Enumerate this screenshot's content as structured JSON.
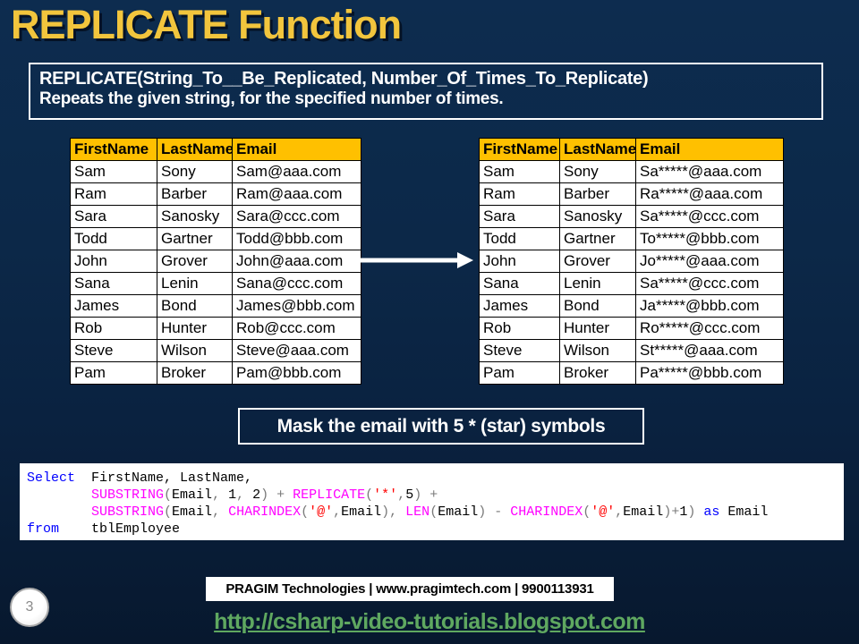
{
  "slide": {
    "title": "REPLICATE Function",
    "page_number": "3"
  },
  "definition": {
    "syntax": "REPLICATE(String_To__Be_Replicated, Number_Of_Times_To_Replicate)",
    "description": "Repeats the given string, for the specified number of times."
  },
  "tables": {
    "headers": [
      "FirstName",
      "LastName",
      "Email"
    ],
    "source_rows": [
      [
        "Sam",
        "Sony",
        "Sam@aaa.com"
      ],
      [
        "Ram",
        "Barber",
        "Ram@aaa.com"
      ],
      [
        "Sara",
        "Sanosky",
        "Sara@ccc.com"
      ],
      [
        "Todd",
        "Gartner",
        "Todd@bbb.com"
      ],
      [
        "John",
        "Grover",
        "John@aaa.com"
      ],
      [
        "Sana",
        "Lenin",
        "Sana@ccc.com"
      ],
      [
        "James",
        "Bond",
        "James@bbb.com"
      ],
      [
        "Rob",
        "Hunter",
        "Rob@ccc.com"
      ],
      [
        "Steve",
        "Wilson",
        "Steve@aaa.com"
      ],
      [
        "Pam",
        "Broker",
        "Pam@bbb.com"
      ]
    ],
    "masked_rows": [
      [
        "Sam",
        "Sony",
        "Sa*****@aaa.com"
      ],
      [
        "Ram",
        "Barber",
        "Ra*****@aaa.com"
      ],
      [
        "Sara",
        "Sanosky",
        "Sa*****@ccc.com"
      ],
      [
        "Todd",
        "Gartner",
        "To*****@bbb.com"
      ],
      [
        "John",
        "Grover",
        "Jo*****@aaa.com"
      ],
      [
        "Sana",
        "Lenin",
        "Sa*****@ccc.com"
      ],
      [
        "James",
        "Bond",
        "Ja*****@bbb.com"
      ],
      [
        "Rob",
        "Hunter",
        "Ro*****@ccc.com"
      ],
      [
        "Steve",
        "Wilson",
        "St*****@aaa.com"
      ],
      [
        "Pam",
        "Broker",
        "Pa*****@bbb.com"
      ]
    ]
  },
  "callout": {
    "text": "Mask the email with 5 * (star) symbols"
  },
  "code": {
    "lines": [
      [
        {
          "c": "kw",
          "t": "Select"
        },
        {
          "c": "pl",
          "t": "  FirstName, LastName,"
        }
      ],
      [
        {
          "c": "pl",
          "t": "        "
        },
        {
          "c": "fn",
          "t": "SUBSTRING"
        },
        {
          "c": "op",
          "t": "("
        },
        {
          "c": "pl",
          "t": "Email"
        },
        {
          "c": "op",
          "t": ", "
        },
        {
          "c": "pl",
          "t": "1"
        },
        {
          "c": "op",
          "t": ", "
        },
        {
          "c": "pl",
          "t": "2"
        },
        {
          "c": "op",
          "t": ") + "
        },
        {
          "c": "fn",
          "t": "REPLICATE"
        },
        {
          "c": "op",
          "t": "("
        },
        {
          "c": "str",
          "t": "'*'"
        },
        {
          "c": "op",
          "t": ","
        },
        {
          "c": "pl",
          "t": "5"
        },
        {
          "c": "op",
          "t": ") +"
        }
      ],
      [
        {
          "c": "pl",
          "t": "        "
        },
        {
          "c": "fn",
          "t": "SUBSTRING"
        },
        {
          "c": "op",
          "t": "("
        },
        {
          "c": "pl",
          "t": "Email"
        },
        {
          "c": "op",
          "t": ", "
        },
        {
          "c": "fn",
          "t": "CHARINDEX"
        },
        {
          "c": "op",
          "t": "("
        },
        {
          "c": "str",
          "t": "'@'"
        },
        {
          "c": "op",
          "t": ","
        },
        {
          "c": "pl",
          "t": "Email"
        },
        {
          "c": "op",
          "t": "), "
        },
        {
          "c": "fn",
          "t": "LEN"
        },
        {
          "c": "op",
          "t": "("
        },
        {
          "c": "pl",
          "t": "Email"
        },
        {
          "c": "op",
          "t": ") - "
        },
        {
          "c": "fn",
          "t": "CHARINDEX"
        },
        {
          "c": "op",
          "t": "("
        },
        {
          "c": "str",
          "t": "'@'"
        },
        {
          "c": "op",
          "t": ","
        },
        {
          "c": "pl",
          "t": "Email"
        },
        {
          "c": "op",
          "t": ")+"
        },
        {
          "c": "pl",
          "t": "1"
        },
        {
          "c": "op",
          "t": ") "
        },
        {
          "c": "kw",
          "t": "as"
        },
        {
          "c": "pl",
          "t": " Email"
        }
      ],
      [
        {
          "c": "kw",
          "t": "from"
        },
        {
          "c": "pl",
          "t": "    tblEmployee"
        }
      ]
    ]
  },
  "footer": {
    "company_bar": "PRAGIM Technologies | www.pragimtech.com | 9900113931",
    "url": "http://csharp-video-tutorials.blogspot.com"
  },
  "colors": {
    "title_gold": "#F2C53D",
    "table_header_bg": "#FFC000",
    "link_green": "#5FA860",
    "code_keyword": "#0000FF",
    "code_function": "#FF00FF",
    "code_string": "#FF0000",
    "code_operator": "#7A7A7A",
    "code_plain": "#000000"
  }
}
